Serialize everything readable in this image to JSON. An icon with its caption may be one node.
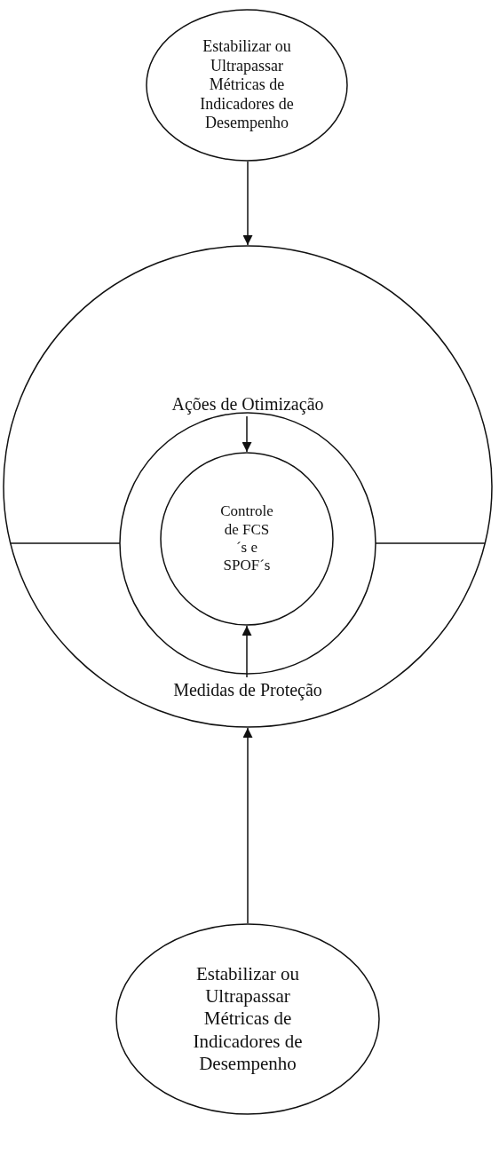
{
  "diagram": {
    "nodes": [
      {
        "text": [
          "Estabilizar ou Ultrapassar Métricas de Indicadores de Desempenho"
        ]
      },
      {
        "text": [],
        "shape": "circle"
      },
      {
        "text": [
          "Ações de Otimização"
        ],
        "in": 1
      },
      {
        "text": [
          "Medidas de Proteção"
        ],
        "in": 1
      },
      {
        "text": [],
        "shape": "circle",
        "in": 1
      },
      {
        "text": [
          "Controle de FCS´s e SPOF´s"
        ],
        "in": 4
      },
      {
        "text": [
          "Estabilizar ou Ultrapassar Métricas de Indicadores de Desempenho"
        ]
      }
    ],
    "edges": [
      {
        "from": 0,
        "to": 1,
        "arrow": "to"
      },
      {
        "from": 2,
        "to": 5,
        "arrow": "to"
      },
      {
        "from": 3,
        "to": 5,
        "arrow": "to"
      },
      {
        "from": 6,
        "to": 1,
        "arrow": "to"
      }
    ]
  }
}
